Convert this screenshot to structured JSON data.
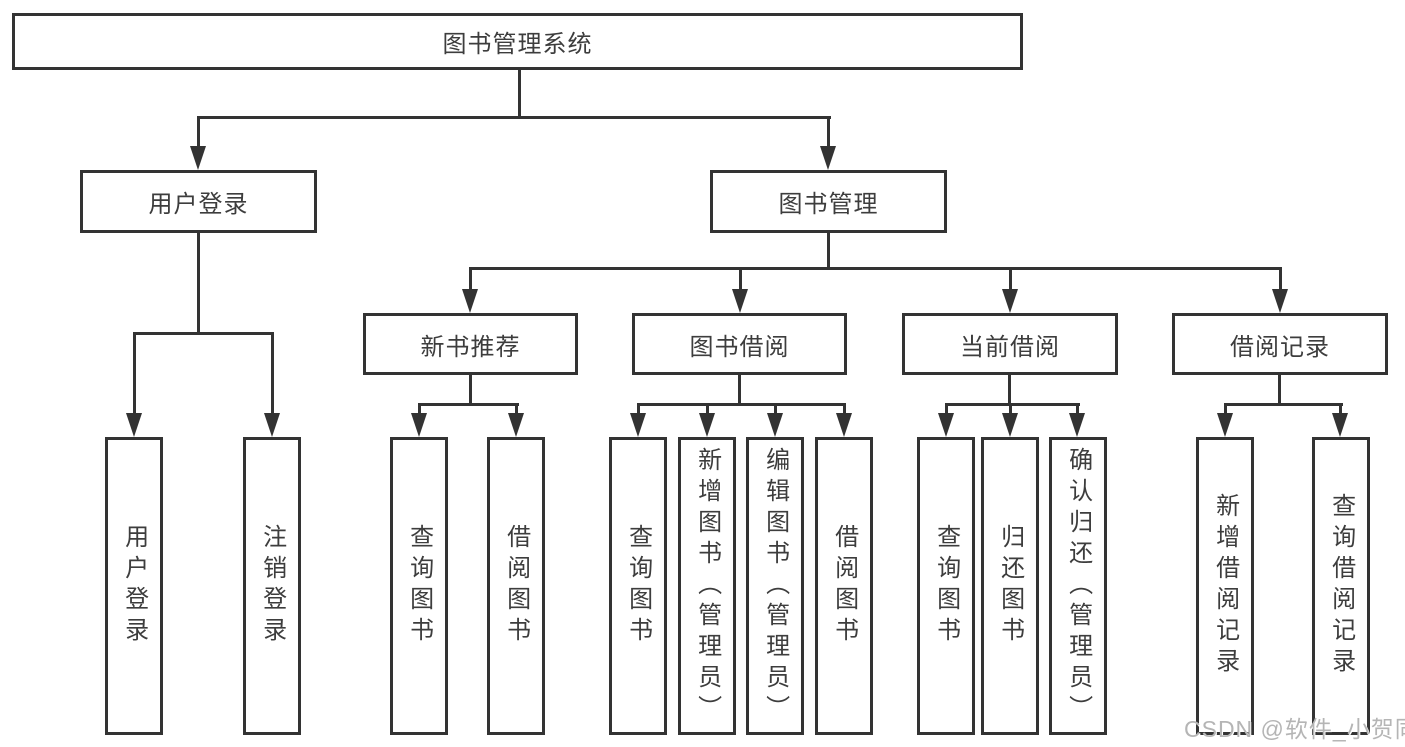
{
  "colors": {
    "line": "#333333",
    "text": "#3d3d3d",
    "box_background": "#ffffff",
    "page_background": "#ffffff",
    "watermark": "#b5b5b5"
  },
  "tree": {
    "root": {
      "label": "图书管理系统"
    },
    "branches": [
      {
        "label": "用户登录",
        "children": [
          {
            "label": "用户登录"
          },
          {
            "label": "注销登录"
          }
        ]
      },
      {
        "label": "图书管理",
        "groups": [
          {
            "label": "新书推荐",
            "children": [
              {
                "label": "查询图书"
              },
              {
                "label": "借阅图书"
              }
            ]
          },
          {
            "label": "图书借阅",
            "children": [
              {
                "label": "查询图书"
              },
              {
                "label": "新增图书（管理员）"
              },
              {
                "label": "编辑图书（管理员）"
              },
              {
                "label": "借阅图书"
              }
            ]
          },
          {
            "label": "当前借阅",
            "children": [
              {
                "label": "查询图书"
              },
              {
                "label": "归还图书"
              },
              {
                "label": "确认归还（管理员）"
              }
            ]
          },
          {
            "label": "借阅记录",
            "children": [
              {
                "label": "新增借阅记录"
              },
              {
                "label": "查询借阅记录"
              }
            ]
          }
        ]
      }
    ]
  },
  "watermark": {
    "text": "CSDN @软件_小贺同学"
  }
}
